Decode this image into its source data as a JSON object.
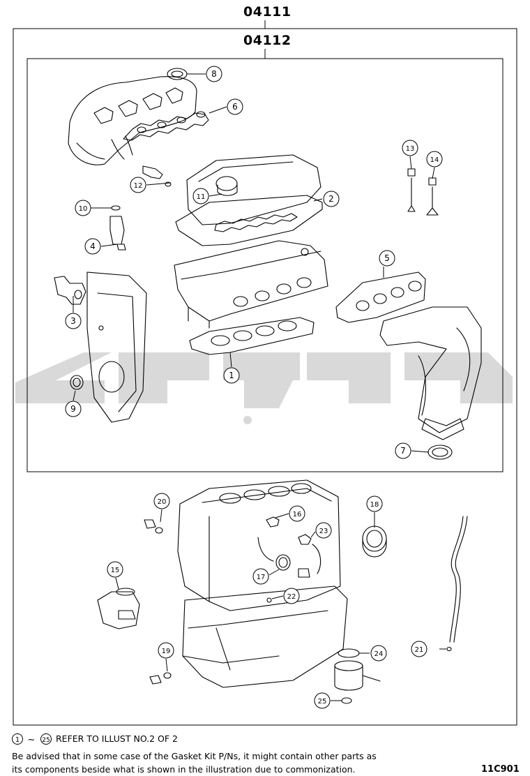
{
  "kits": {
    "outer_code": "04111",
    "inner_code": "04112"
  },
  "callouts": [
    {
      "num": "1"
    },
    {
      "num": "2"
    },
    {
      "num": "3"
    },
    {
      "num": "4"
    },
    {
      "num": "5"
    },
    {
      "num": "6"
    },
    {
      "num": "7"
    },
    {
      "num": "8"
    },
    {
      "num": "9"
    },
    {
      "num": "10"
    },
    {
      "num": "11"
    },
    {
      "num": "12"
    },
    {
      "num": "13"
    },
    {
      "num": "14"
    },
    {
      "num": "15"
    },
    {
      "num": "16"
    },
    {
      "num": "17"
    },
    {
      "num": "18"
    },
    {
      "num": "19"
    },
    {
      "num": "20"
    },
    {
      "num": "21"
    },
    {
      "num": "22"
    },
    {
      "num": "23"
    },
    {
      "num": "24"
    },
    {
      "num": "25"
    }
  ],
  "footer": {
    "range_start": "1",
    "range_sep": "~",
    "range_end": "25",
    "range_text": "REFER TO ILLUST NO.2 OF 2",
    "note_line1": "Be advised that in some case of the Gasket Kit P/Ns,  it might contain other parts as",
    "note_line2": "its components beside what is shown in the illustration due to commonization.",
    "figure_code": "11C901"
  },
  "colors": {
    "line": "#000000",
    "watermark": "#d9d9d9"
  }
}
